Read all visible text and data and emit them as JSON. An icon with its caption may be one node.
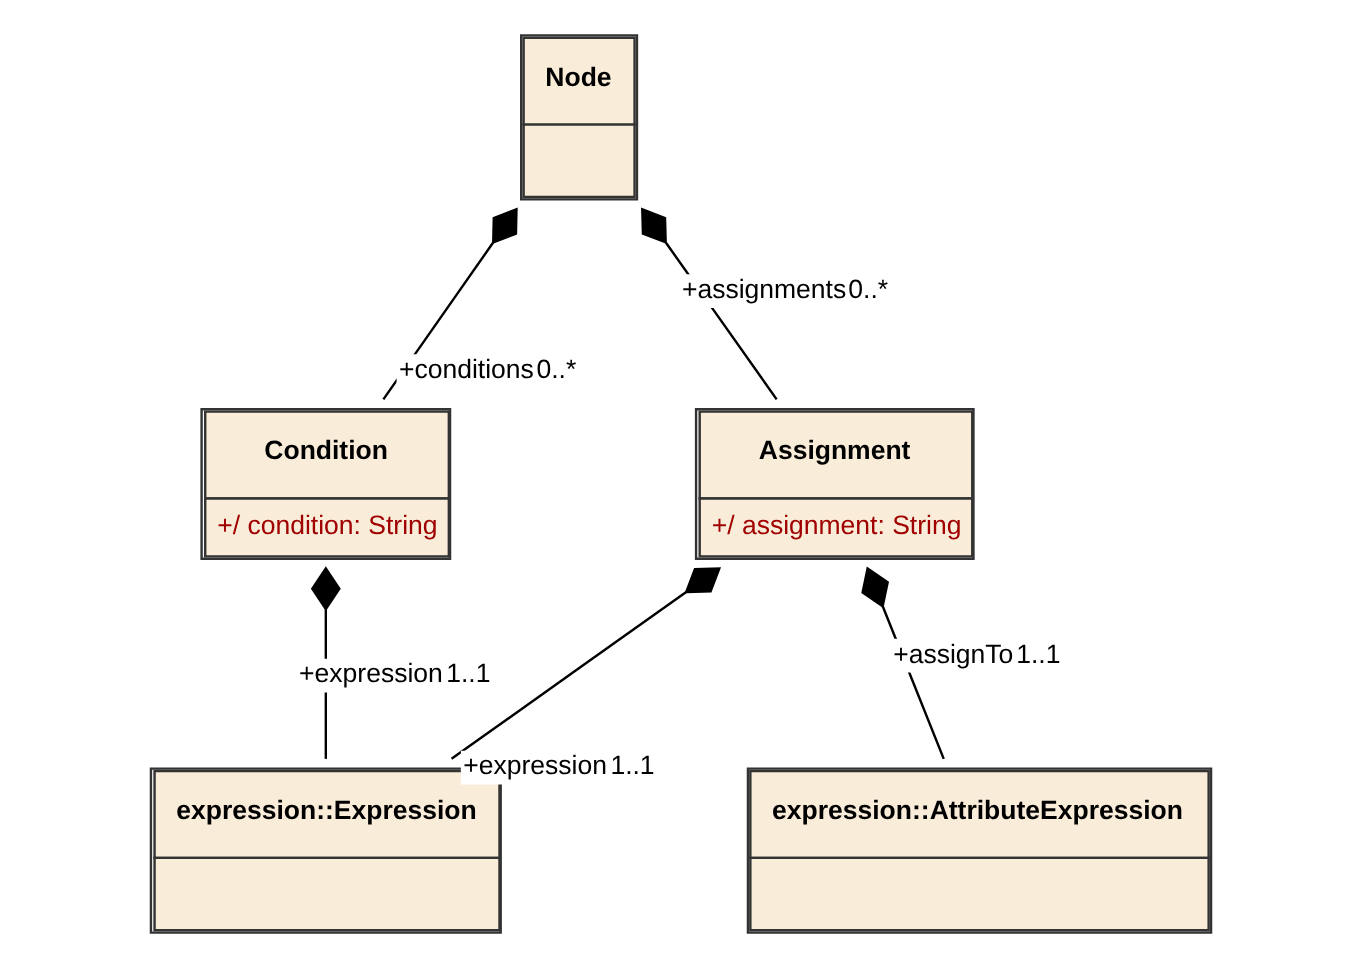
{
  "diagram": {
    "nodes": [
      {
        "text": [
          "Node"
        ]
      },
      {
        "text": [
          "Condition",
          "+/ condition: String"
        ]
      },
      {
        "text": [
          "Assignment",
          "+/ assignment: String"
        ]
      },
      {
        "text": [
          "expression::Expression"
        ]
      },
      {
        "text": [
          "expression::AttributeExpression"
        ]
      }
    ],
    "edges": [
      {
        "from": 0,
        "to": 1,
        "arrow": "other"
      },
      {
        "from": 0,
        "to": 2,
        "arrow": "other"
      },
      {
        "from": 1,
        "to": 3,
        "arrow": "other"
      },
      {
        "from": 2,
        "to": 3,
        "arrow": "other"
      },
      {
        "from": 2,
        "to": 4,
        "arrow": "other"
      }
    ],
    "labels": [
      "+conditions",
      "0..*",
      "+assignments",
      "0..*",
      "+expression",
      "1..1",
      "+assignTo",
      "1..1",
      "+expression",
      "1..1"
    ]
  }
}
